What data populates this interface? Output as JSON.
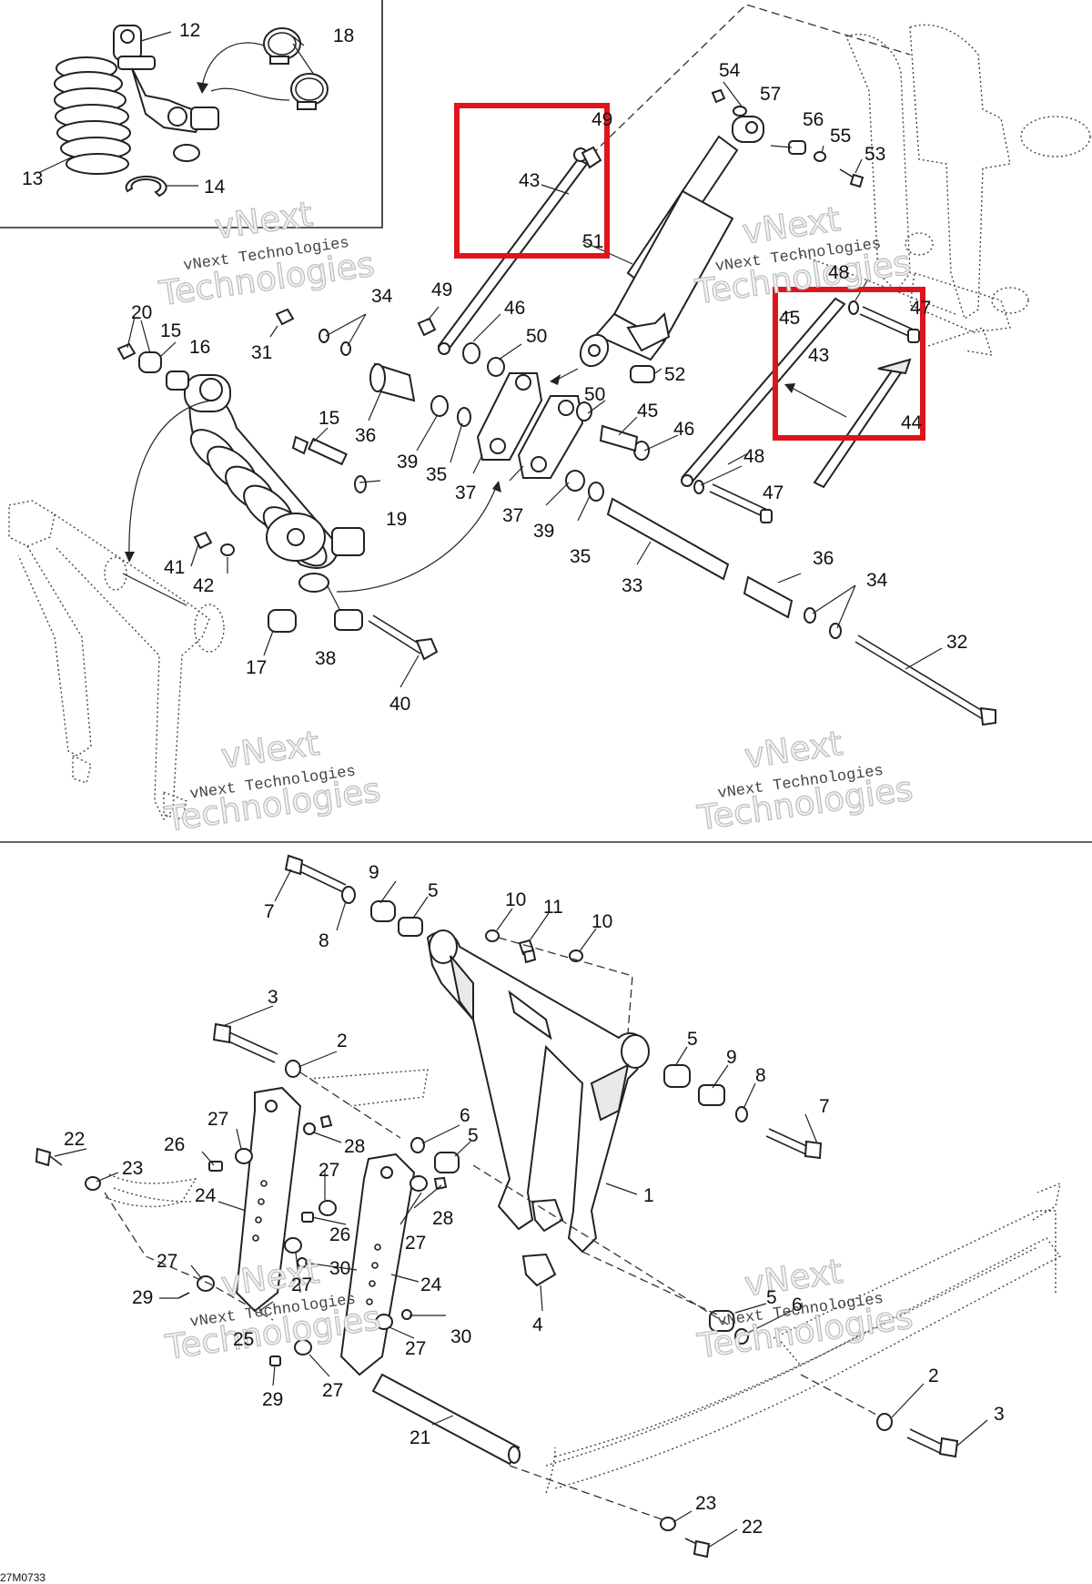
{
  "diagram": {
    "drawing_code": "27M0733",
    "highlight_color": "#e0141b",
    "watermark": {
      "line1": "vNext Technologies",
      "line2": "vNext",
      "line3": "Technologies"
    },
    "callouts": {
      "c1": "1",
      "c2a": "2",
      "c2b": "2",
      "c3a": "3",
      "c3b": "3",
      "c4": "4",
      "c5a": "5",
      "c5b": "5",
      "c5c": "5",
      "c5d": "5",
      "c6a": "6",
      "c6b": "6",
      "c7a": "7",
      "c7b": "7",
      "c8a": "8",
      "c8b": "8",
      "c9a": "9",
      "c9b": "9",
      "c10a": "10",
      "c10b": "10",
      "c11": "11",
      "c12": "12",
      "c13": "13",
      "c14": "14",
      "c15a": "15",
      "c15b": "15",
      "c16": "16",
      "c17": "17",
      "c18": "18",
      "c19": "19",
      "c20": "20",
      "c21": "21",
      "c22a": "22",
      "c22b": "22",
      "c23a": "23",
      "c23b": "23",
      "c24a": "24",
      "c24b": "24",
      "c25": "25",
      "c26a": "26",
      "c26b": "26",
      "c27a": "27",
      "c27b": "27",
      "c27c": "27",
      "c27d": "27",
      "c27e": "27",
      "c27f": "27",
      "c27g": "27",
      "c28a": "28",
      "c28b": "28",
      "c29a": "29",
      "c29b": "29",
      "c30a": "30",
      "c30b": "30",
      "c31": "31",
      "c32": "32",
      "c33": "33",
      "c34a": "34",
      "c34b": "34",
      "c35a": "35",
      "c35b": "35",
      "c36a": "36",
      "c36b": "36",
      "c37a": "37",
      "c37b": "37",
      "c38": "38",
      "c39a": "39",
      "c39b": "39",
      "c40": "40",
      "c41": "41",
      "c42": "42",
      "c43a": "43",
      "c43b": "43",
      "c44": "44",
      "c45a": "45",
      "c45b": "45",
      "c46a": "46",
      "c46b": "46",
      "c47a": "47",
      "c47b": "47",
      "c48a": "48",
      "c48b": "48",
      "c49a": "49",
      "c49b": "49",
      "c50a": "50",
      "c50b": "50",
      "c51": "51",
      "c52": "52",
      "c53": "53",
      "c54": "54",
      "c55": "55",
      "c56": "56",
      "c57": "57"
    }
  }
}
